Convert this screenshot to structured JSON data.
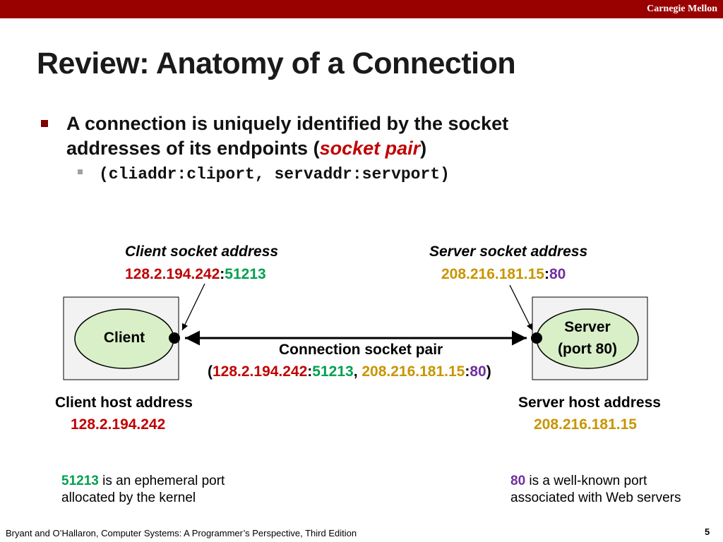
{
  "header": {
    "brand": "Carnegie Mellon"
  },
  "slide": {
    "title": "Review: Anatomy of a Connection",
    "bullet1_pre": "A connection is uniquely identified by the socket",
    "bullet1_line2_pre": "addresses of its endpoints (",
    "bullet1_em": "socket pair",
    "bullet1_post": ")",
    "bullet2": "(cliaddr:cliport, servaddr:servport)"
  },
  "client": {
    "socket_label": "Client socket address",
    "ip": "128.2.194.242",
    "colon": ":",
    "port": "51213",
    "node_label": "Client",
    "host_label": "Client host address",
    "host_ip": "128.2.194.242"
  },
  "server": {
    "socket_label": "Server socket address",
    "ip": "208.216.181.15",
    "colon": ":",
    "port": "80",
    "node_label_1": "Server",
    "node_label_2": "(port 80)",
    "host_label": "Server host address",
    "host_ip": "208.216.181.15"
  },
  "pair": {
    "label": "Connection socket pair",
    "open": "(",
    "cli_ip": "128.2.194.242",
    "colon1": ":",
    "cli_port": "51213",
    "comma": ", ",
    "srv_ip": "208.216.181.15",
    "colon2": ":",
    "srv_port": "80",
    "close": ")"
  },
  "notes": {
    "left_port": "51213",
    "left_text1": " is an ephemeral port",
    "left_text2": "allocated by the kernel",
    "right_port": "80",
    "right_text1": " is a well-known port",
    "right_text2": "associated with Web servers"
  },
  "footer": {
    "citation": "Bryant and O’Hallaron, Computer Systems: A Programmer’s Perspective, Third Edition",
    "page": "5"
  },
  "colors": {
    "banner": "#990000",
    "ip": "#c00000",
    "client_port": "#00a050",
    "server_ip": "#c89500",
    "server_port": "#7030a0",
    "host_box": "#f2f2f2",
    "node_fill": "#d8efc8"
  }
}
